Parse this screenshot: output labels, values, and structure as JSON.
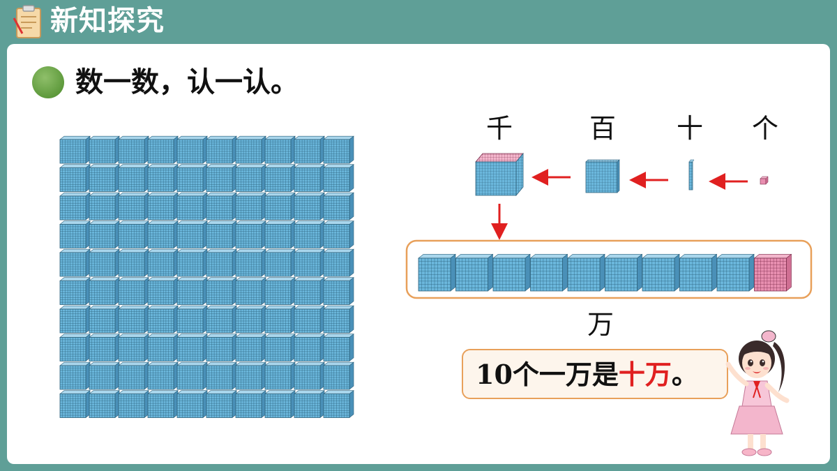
{
  "header": {
    "title": "新知探究",
    "icon": "clipboard-icon"
  },
  "section": {
    "instruction": "数一数，认一认。"
  },
  "place_values": {
    "thousand": "千",
    "hundred": "百",
    "ten": "十",
    "one": "个"
  },
  "ten_thousand": {
    "label": "万"
  },
  "statement": {
    "before": "10个一万是",
    "highlight": "十万",
    "after": "。"
  },
  "colors": {
    "header_bg": "#5f9f97",
    "cube_blue": "#6bb7dc",
    "cube_pink": "#e88fb0",
    "arrow_red": "#e02020",
    "box_border": "#e8a05a",
    "highlight_red": "#e02020"
  }
}
